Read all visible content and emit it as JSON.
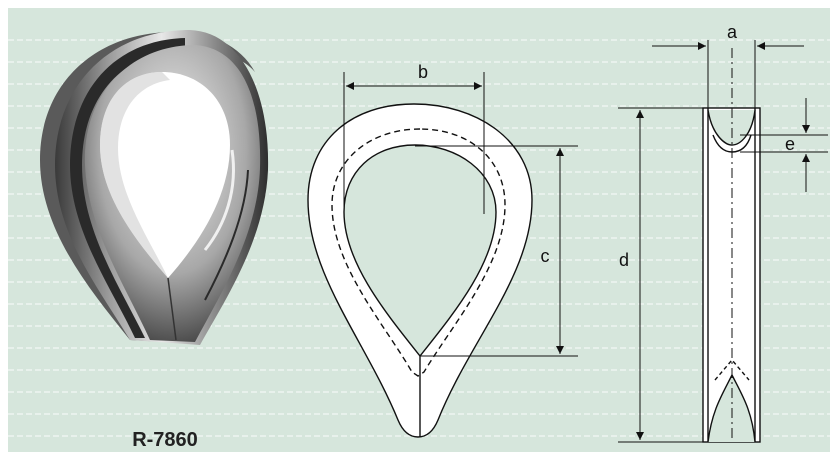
{
  "product": {
    "code": "R-7860"
  },
  "dimensions": {
    "a": "a",
    "b": "b",
    "c": "c",
    "d": "d",
    "e": "e"
  },
  "colors": {
    "background": "#d6e6dc",
    "stripe": "#ffffff",
    "line": "#111111",
    "part_fill": "#ffffff"
  }
}
